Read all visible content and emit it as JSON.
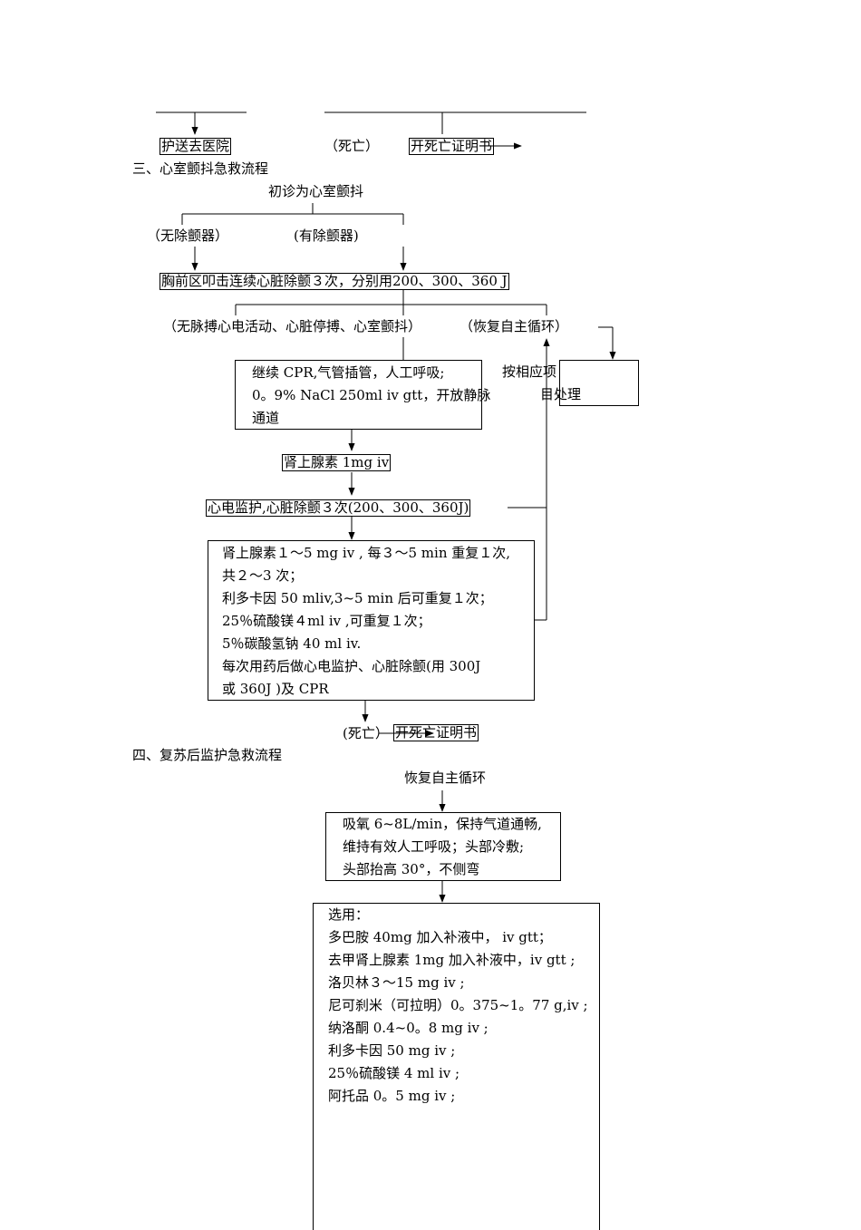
{
  "top": {
    "hospital": "护送去医院",
    "death": "（死亡）",
    "certificate": "开死亡证明书"
  },
  "section3": {
    "heading": "三、心室颤抖急救流程",
    "initial": "初诊为心室颤抖",
    "no_defib": "（无除颤器）",
    "with_defib": "(有除颤器)",
    "step1": "胸前区叩击连续心脏除颤３次，分别用200、300、360 J",
    "no_pulse": "（无脉搏心电活动、心脏停搏、心室颤抖）",
    "recovered": "（恢复自主循环）",
    "continue_box": [
      "继续 CPR,气管插管，人工呼吸;",
      "0。9% NaCl 250ml iv gtt，开放静脉",
      "通道"
    ],
    "treat_side": [
      "按相应项",
      "目处理"
    ],
    "epi": "肾上腺素 1mg iv",
    "monitor": "心电监护,心脏除颤３次(200、300、360J)",
    "drug_box": [
      "肾上腺素１～5 mg iv , 每３～5 min 重复１次,",
      "共２～3 次；",
      "利多卡因 50 mliv,3~5 min 后可重复１次；",
      "25％硫酸镁４ml iv ,可重复１次；",
      "5％碳酸氢钠 40 ml iv.",
      "每次用药后做心电监护、心脏除颤(用 300J",
      "或 360J )及 CPR"
    ],
    "death": "(死亡）",
    "certificate": "开死亡证明书"
  },
  "section4": {
    "heading": "四、复苏后监护急救流程",
    "recover": "恢复自主循环",
    "oxygen_box": [
      "吸氧 6~8L/min，保持气道通畅,",
      "维持有效人工呼吸；头部冷敷;",
      "头部抬高 30°，不侧弯"
    ],
    "select_box": [
      "选用：",
      "多巴胺 40mg 加入补液中， iv gtt；",
      "去甲肾上腺素 1mg 加入补液中，iv gtt ;",
      "洛贝林３～15 mg iv ;",
      "尼可刹米（可拉明）0。375~1。77 g,iv ;",
      "纳洛酮 0.4~0。8 mg  iv ;",
      "利多卡因 50 mg  iv ;",
      "25％硫酸镁 4 ml  iv ;",
      "阿托品 0。5 mg  iv ;"
    ]
  }
}
